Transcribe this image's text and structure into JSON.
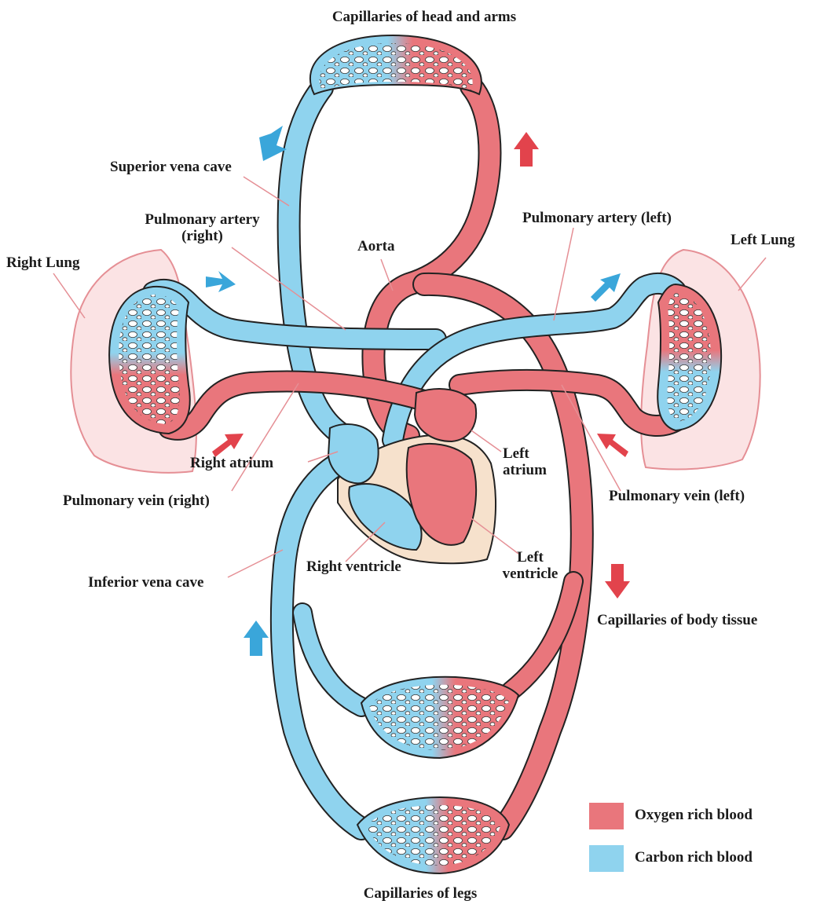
{
  "labels": {
    "capillaries_head_arms": "Capillaries of head and arms",
    "superior_vena_cava": "Superior vena cave",
    "pulmonary_artery_right_line1": "Pulmonary artery",
    "pulmonary_artery_right_line2": "(right)",
    "aorta": "Aorta",
    "pulmonary_artery_left": "Pulmonary artery (left)",
    "left_lung": "Left Lung",
    "right_lung": "Right Lung",
    "right_atrium": "Right atrium",
    "left_atrium_line1": "Left",
    "left_atrium_line2": "atrium",
    "pulmonary_vein_right": "Pulmonary vein (right)",
    "pulmonary_vein_left": "Pulmonary vein (left)",
    "right_ventricle": "Right ventricle",
    "left_ventricle_line1": "Left",
    "left_ventricle_line2": "ventricle",
    "inferior_vena_cava": "Inferior vena cave",
    "capillaries_body_tissue": "Capillaries of body tissue",
    "capillaries_legs": "Capillaries of legs"
  },
  "legend": [
    {
      "label": "Oxygen rich blood",
      "color": "#e9767c"
    },
    {
      "label": "Carbon rich blood",
      "color": "#8fd3ee"
    }
  ],
  "colors": {
    "oxygen_rich": "#e9767c",
    "carbon_rich": "#8fd3ee",
    "lung_fill": "#fbe3e4",
    "lung_outline": "#e58f95",
    "heart_wall": "#f6e1cc",
    "vessel_outline": "#222222"
  }
}
